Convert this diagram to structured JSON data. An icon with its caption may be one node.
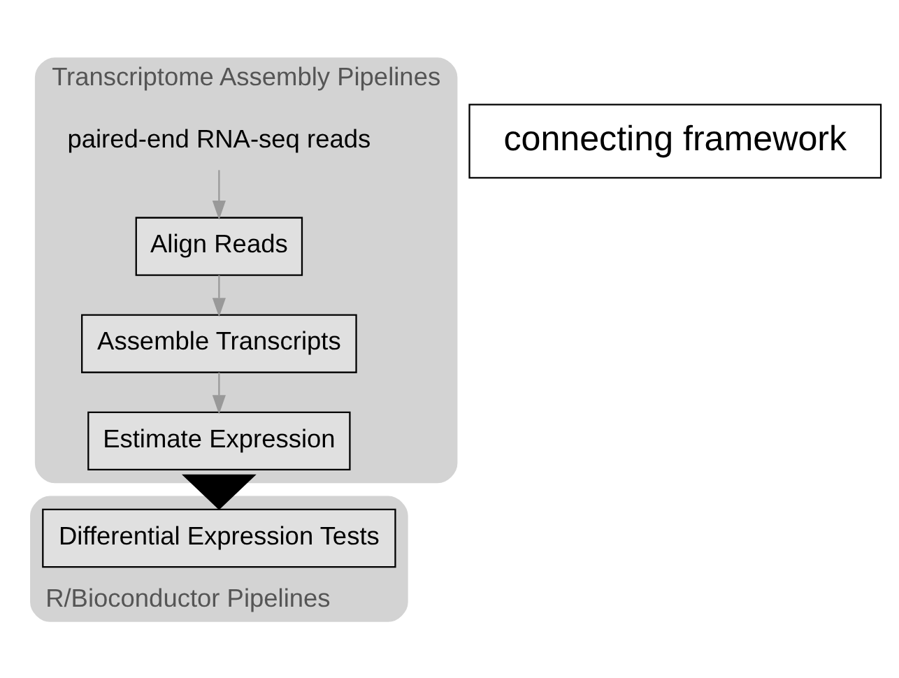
{
  "diagram": {
    "nodes": [
      {
        "text": [
          "Transcriptome Assembly Pipelines"
        ]
      },
      {
        "text": [
          "Align Reads"
        ],
        "in": 0
      },
      {
        "text": [
          "Assemble Transcripts"
        ],
        "in": 0
      },
      {
        "text": [
          "Estimate Expression"
        ],
        "in": 0
      },
      {
        "text": [
          "paired-end RNA-seq reads"
        ],
        "in": 0
      },
      {
        "text": [
          "connecting framework"
        ]
      },
      {
        "text": [
          "R/Bioconductor Pipelines"
        ]
      },
      {
        "text": [
          "Differential Expression Tests"
        ],
        "in": 6
      }
    ],
    "edges": [
      {
        "from": 4,
        "to": 1,
        "arrow": "to"
      },
      {
        "from": 1,
        "to": 2,
        "arrow": "to"
      },
      {
        "from": 2,
        "to": 3,
        "arrow": "to"
      },
      {
        "from": 0,
        "to": 6,
        "arrow": "to",
        "style": "thick",
        "color": "#000000"
      }
    ]
  }
}
